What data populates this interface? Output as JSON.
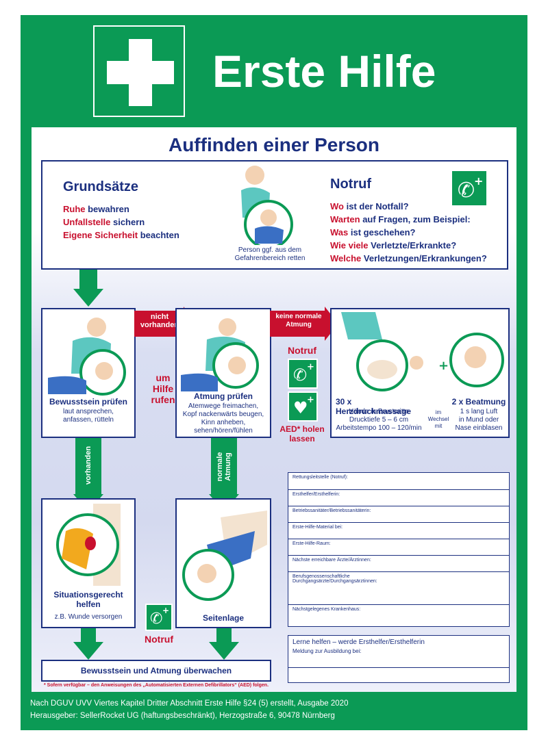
{
  "header": {
    "title": "Erste Hilfe"
  },
  "subtitle": "Auffinden einer Person",
  "grundsaetze": {
    "title": "Grundsätze",
    "lines": [
      {
        "red": "Ruhe",
        "rest": " bewahren"
      },
      {
        "red": "Unfallstelle",
        "rest": " sichern"
      },
      {
        "red": "Eigene Sicherheit",
        "rest": " beachten"
      }
    ]
  },
  "rescue_caption": "Person ggf. aus dem\nGefahrenbereich retten",
  "notruf_box": {
    "title": "Notruf",
    "lines": [
      {
        "red": "Wo",
        "rest": " ist der Notfall?"
      },
      {
        "red": "Warten",
        "rest": " auf Fragen, zum Beispiel:"
      },
      {
        "red": "Was",
        "rest": " ist geschehen?"
      },
      {
        "red": "Wie viele",
        "rest": " Verletzte/Erkrankte?"
      },
      {
        "red": "Welche",
        "rest": " Verletzungen/Erkrankungen?"
      }
    ]
  },
  "bewusstsein": {
    "title": "Bewusstsein prüfen",
    "text": "laut ansprechen,\nanfassen, rütteln"
  },
  "nicht_vorhanden": "nicht\nvorhanden",
  "um_hilfe": "um\nHilfe\nrufen",
  "atmung": {
    "title": "Atmung prüfen",
    "text": "Atemwege freimachen,\nKopf nackenwärts beugen,\nKinn anheben,\nsehen/hören/fühlen"
  },
  "keine_normale": "keine normale\nAtmung",
  "notruf_label": "Notruf",
  "aed_label": "AED* holen\nlassen",
  "cpr": {
    "herz_title": "30 x Herzdruckmassage",
    "herz_text": "Hände in Brustmitte\nDrucktiefe 5 – 6 cm\nArbeitstempo 100 – 120/min",
    "im_wechsel": "im\nWechsel\nmit",
    "beat_title": "2 x Beatmung",
    "beat_text": "1 s lang Luft\nin Mund oder\nNase einblasen"
  },
  "vorhanden": "vorhanden",
  "normale_atmung": "normale\nAtmung",
  "situation": {
    "title": "Situationsgerecht\nhelfen",
    "text": "z.B. Wunde versorgen"
  },
  "seitenlage": "Seitenlage",
  "notruf_bottom": "Notruf",
  "ueberwachen": "Bewusstsein und Atmung überwachen",
  "form": [
    "Rettungsleitstelle (Notruf):",
    "Ersthelfer/Ersthelferin:",
    "Betriebssanitäter/Betriebssanitäterin:",
    "Erste-Hilfe-Material bei:",
    "Erste-Hilfe-Raum:",
    "Nächste erreichbare Ärzte/Ärztinnen:",
    "Berufsgenossenschaftliche\nDurchgangsärzte/Durchgangsärztinnen:",
    "Nächstgelegenes Krankenhaus:"
  ],
  "lerne": {
    "title": "Lerne helfen – werde Ersthelfer/Ersthelferin",
    "text": "Meldung zur Ausbildung bei:"
  },
  "footnote": "* Sofern verfügbar – den Anweisungen des „Automatisierten Externen Defibrillators“ (AED) folgen.",
  "footer": {
    "line1": "Nach DGUV UVV Viertes Kapitel   Dritter Abschnitt   Erste Hilfe §24 (5) erstellt, Ausgabe 2020",
    "line2": "Herausgeber: SellerRocket UG (haftungsbeschränkt), Herzogstraße 6, 90478 Nürnberg"
  },
  "colors": {
    "green": "#0b9a55",
    "navy": "#1b2f7f",
    "red": "#c8102e"
  },
  "icons": [
    "first-aid-cross-icon",
    "emergency-phone-icon",
    "aed-heart-icon"
  ]
}
